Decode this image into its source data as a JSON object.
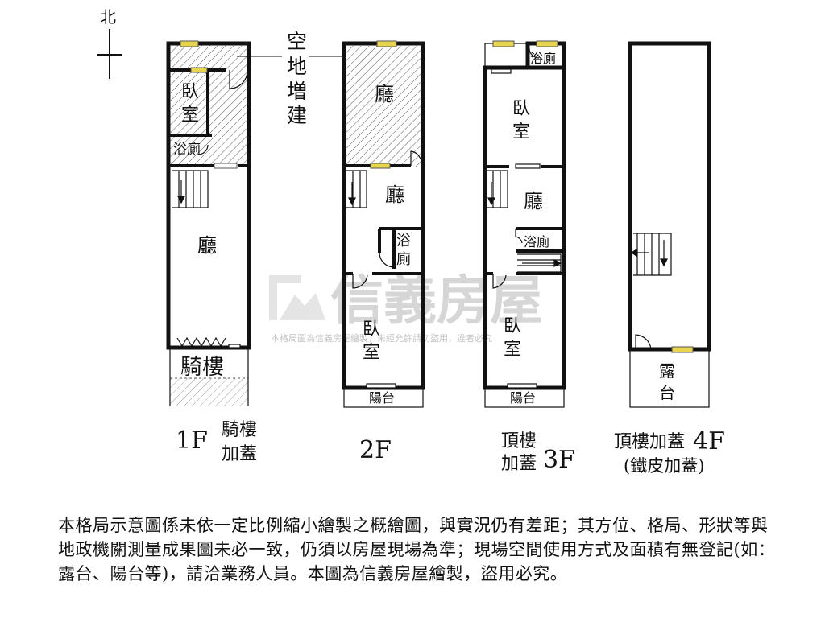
{
  "compass": {
    "north": "北"
  },
  "annotations": {
    "vacant_extension": [
      "空",
      "地",
      "増",
      "建"
    ],
    "arcade_cover": [
      "騎樓",
      "加蓋"
    ],
    "rooftop_3f": [
      "頂樓",
      "加蓋"
    ],
    "rooftop_4f_a": "頂樓加蓋",
    "rooftop_4f_b": "(鐵皮加蓋)"
  },
  "floors": {
    "f1": {
      "label": "1F",
      "bedroom": [
        "臥",
        "室"
      ],
      "bath": "浴廁",
      "living": "廳",
      "arcade": "騎樓"
    },
    "f2": {
      "label": "2F",
      "hall_top": "廳",
      "hall_mid": "廳",
      "bath": [
        "浴",
        "廁"
      ],
      "bedroom": [
        "臥",
        "室"
      ],
      "balcony": "陽台"
    },
    "f3": {
      "label": "3F",
      "bath_top": "浴廁",
      "bedroom_top": [
        "臥",
        "室"
      ],
      "hall": "廳",
      "bath_mid": "浴廁",
      "bedroom": [
        "臥",
        "室"
      ],
      "balcony": "陽台"
    },
    "f4": {
      "label": "4F",
      "terrace": [
        "露",
        "台"
      ]
    }
  },
  "watermark": {
    "brand": "信義房屋",
    "notice": "本格局圖為信義房屋繪製，未經允許請勿盜用，違者必究"
  },
  "disclaimer": "本格局示意圖係未依一定比例縮小繪製之概繪圖，與實況仍有差距；其方位、格局、形狀等與地政機關測量成果圖未必一致，仍須以房屋現場為準；現場空間使用方式及面積有無登記(如：露台、陽台等)，請洽業務人員。本圖為信義房屋繪製，盜用必究。"
}
